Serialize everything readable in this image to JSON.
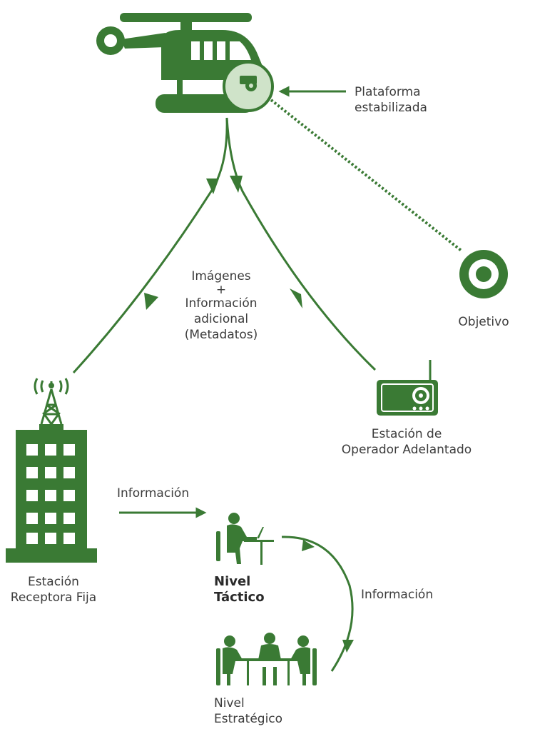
{
  "colors": {
    "green": "#3a7a34",
    "light_green": "#cfe3c9",
    "text": "#3c3c3c"
  },
  "labels": {
    "platform": {
      "line1": "Plataforma",
      "line2": "estabilizada"
    },
    "images": {
      "line1": "Imágenes",
      "line2": "+",
      "line3": "Información",
      "line4": "adicional",
      "line5": "(Metadatos)"
    },
    "target": "Objetivo",
    "forward_station": {
      "line1": "Estación de",
      "line2": "Operador Adelantado"
    },
    "fixed_station": {
      "line1": "Estación",
      "line2": "Receptora Fija"
    },
    "info_to_tactical": "Información",
    "tactical": {
      "line1": "Nivel",
      "line2": "Táctico"
    },
    "info_to_strategic": "Información",
    "strategic": {
      "line1": "Nivel",
      "line2": "Estratégico"
    }
  },
  "icons": [
    "helicopter-icon",
    "stabilized-camera-icon",
    "target-icon",
    "radio-icon",
    "antenna-tower-icon",
    "building-icon",
    "tactical-operator-icon",
    "strategic-meeting-icon"
  ]
}
